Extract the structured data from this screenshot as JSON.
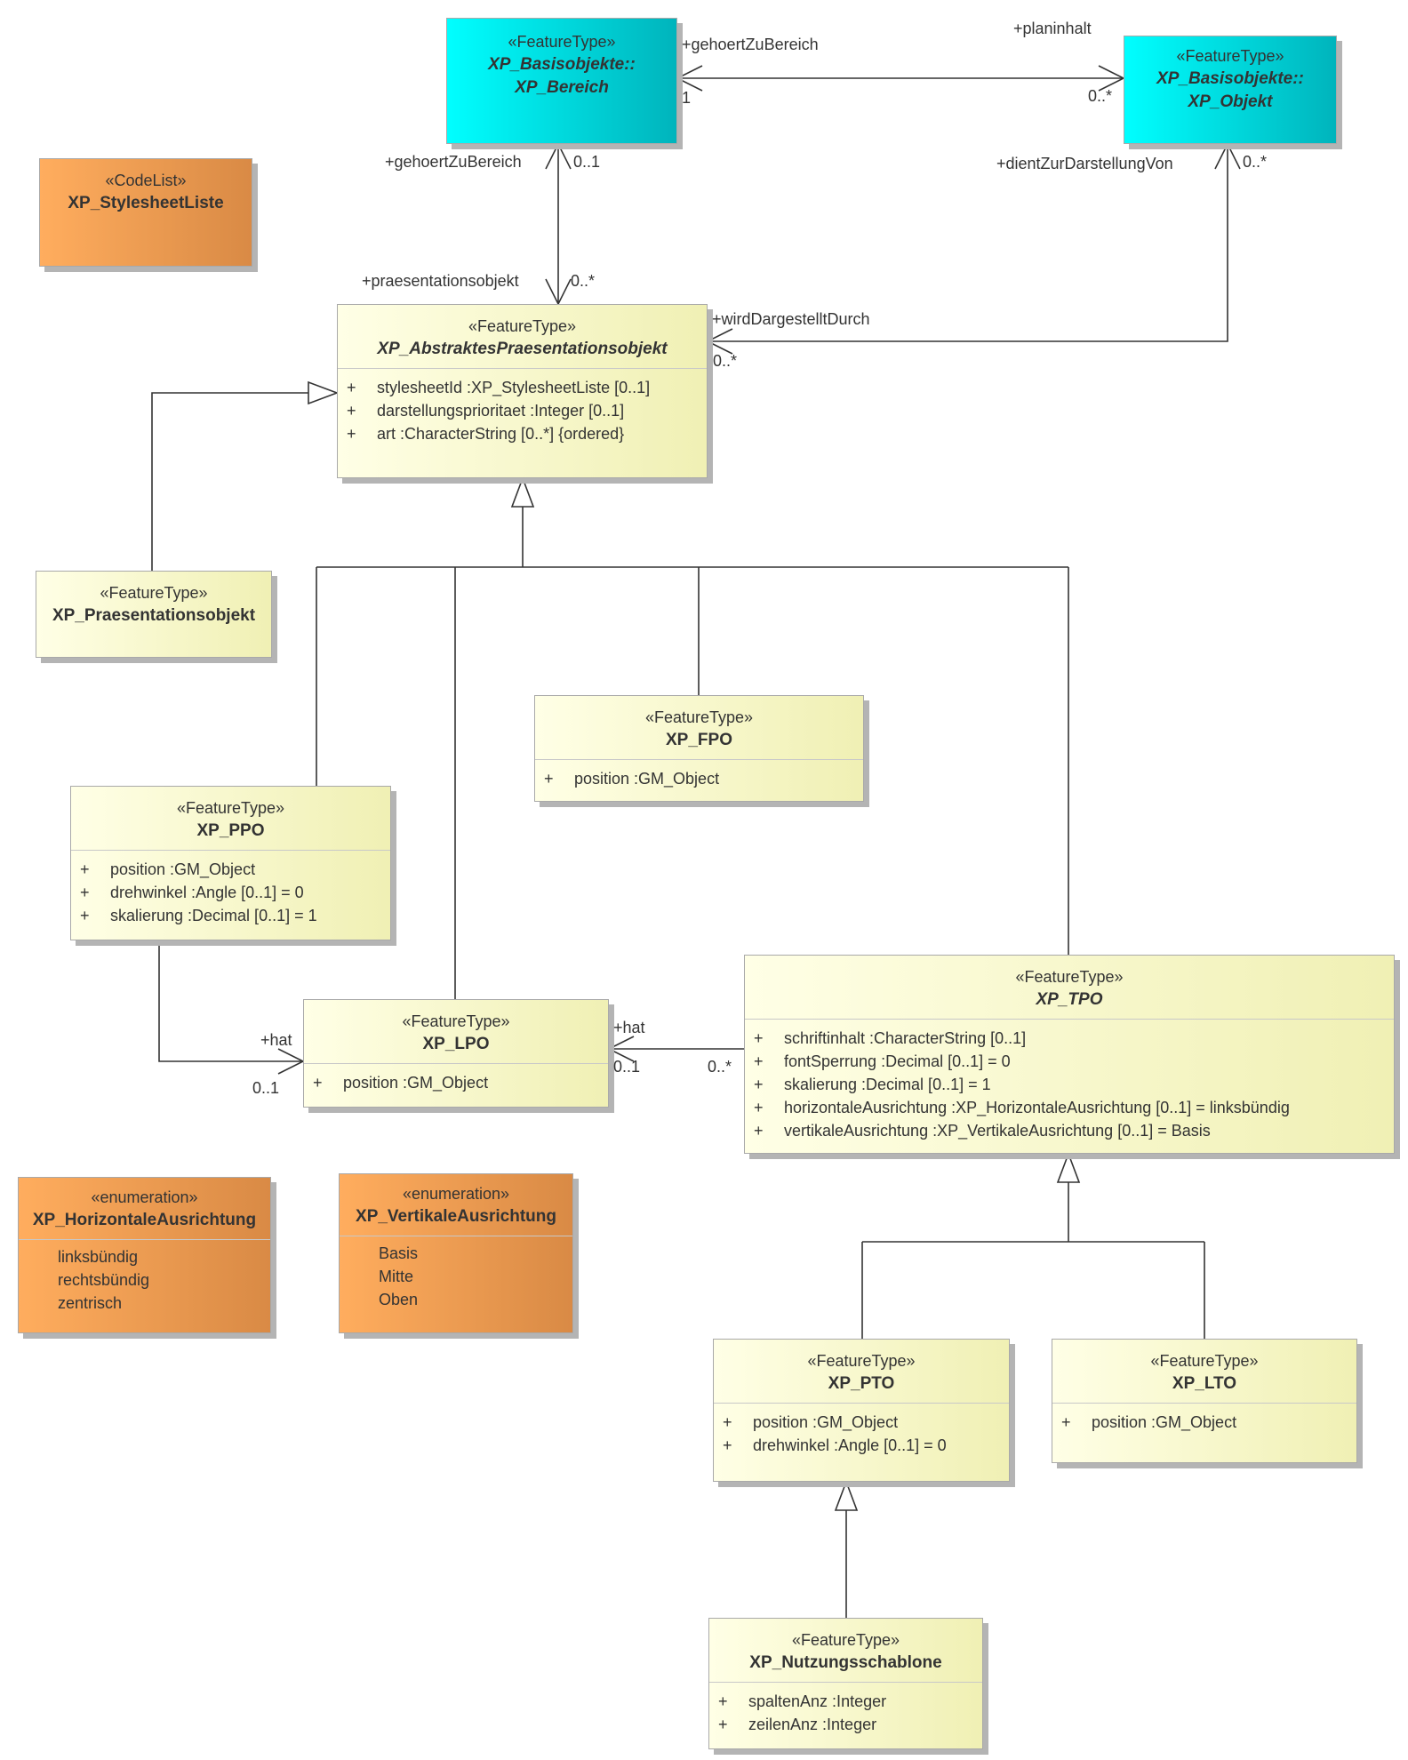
{
  "classes": {
    "bereich": {
      "stereotype": "«FeatureType»",
      "name1": "XP_Basisobjekte::",
      "name2": "XP_Bereich"
    },
    "objekt": {
      "stereotype": "«FeatureType»",
      "name1": "XP_Basisobjekte::",
      "name2": "XP_Objekt"
    },
    "stylesheet": {
      "stereotype": "«CodeList»",
      "name": "XP_StylesheetListe"
    },
    "abstrakt": {
      "stereotype": "«FeatureType»",
      "name": "XP_AbstraktesPraesentationsobjekt",
      "attributes": [
        {
          "plus": "+",
          "text": "stylesheetId  :XP_StylesheetListe [0..1]"
        },
        {
          "plus": "+",
          "text": "darstellungsprioritaet  :Integer [0..1]"
        },
        {
          "plus": "+",
          "text": "art  :CharacterString [0..*] {ordered}"
        }
      ]
    },
    "praes": {
      "stereotype": "«FeatureType»",
      "name": "XP_Praesentationsobjekt"
    },
    "fpo": {
      "stereotype": "«FeatureType»",
      "name": "XP_FPO",
      "attributes": [
        {
          "plus": "+",
          "text": "position  :GM_Object"
        }
      ]
    },
    "ppo": {
      "stereotype": "«FeatureType»",
      "name": "XP_PPO",
      "attributes": [
        {
          "plus": "+",
          "text": "position  :GM_Object"
        },
        {
          "plus": "+",
          "text": "drehwinkel  :Angle [0..1] = 0"
        },
        {
          "plus": "+",
          "text": "skalierung  :Decimal [0..1] = 1"
        }
      ]
    },
    "lpo": {
      "stereotype": "«FeatureType»",
      "name": "XP_LPO",
      "attributes": [
        {
          "plus": "+",
          "text": "position  :GM_Object"
        }
      ]
    },
    "tpo": {
      "stereotype": "«FeatureType»",
      "name": "XP_TPO",
      "attributes": [
        {
          "plus": "+",
          "text": "schriftinhalt  :CharacterString [0..1]"
        },
        {
          "plus": "+",
          "text": "fontSperrung  :Decimal [0..1] = 0"
        },
        {
          "plus": "+",
          "text": "skalierung  :Decimal [0..1] = 1"
        },
        {
          "plus": "+",
          "text": "horizontaleAusrichtung  :XP_HorizontaleAusrichtung [0..1] = linksbündig"
        },
        {
          "plus": "+",
          "text": "vertikaleAusrichtung  :XP_VertikaleAusrichtung [0..1] = Basis"
        }
      ]
    },
    "horiz": {
      "stereotype": "«enumeration»",
      "name": "XP_HorizontaleAusrichtung",
      "literals": [
        "linksbündig",
        "rechtsbündig",
        "zentrisch"
      ]
    },
    "vert": {
      "stereotype": "«enumeration»",
      "name": "XP_VertikaleAusrichtung",
      "literals": [
        "Basis",
        "Mitte",
        "Oben"
      ]
    },
    "pto": {
      "stereotype": "«FeatureType»",
      "name": "XP_PTO",
      "attributes": [
        {
          "plus": "+",
          "text": "position  :GM_Object"
        },
        {
          "plus": "+",
          "text": "drehwinkel  :Angle [0..1] = 0"
        }
      ]
    },
    "lto": {
      "stereotype": "«FeatureType»",
      "name": "XP_LTO",
      "attributes": [
        {
          "plus": "+",
          "text": "position  :GM_Object"
        }
      ]
    },
    "nutzung": {
      "stereotype": "«FeatureType»",
      "name": "XP_Nutzungsschablone",
      "attributes": [
        {
          "plus": "+",
          "text": "spaltenAnz  :Integer"
        },
        {
          "plus": "+",
          "text": "zeilenAnz  :Integer"
        }
      ]
    }
  },
  "labels": {
    "gehoertZuBereich_top": "+gehoertZuBereich",
    "planinhalt": "+planinhalt",
    "mult_1": "1",
    "mult_objekt": "0..*",
    "gehoertZuBereich_left": "+gehoertZuBereich",
    "mult_bereich_01": "0..1",
    "dientZurDarstellungVon": "+dientZurDarstellungVon",
    "mult_objekt_bottom": "0..*",
    "praesentationsobjekt": "+praesentationsobjekt",
    "mult_praes": "0..*",
    "wirdDargestelltDurch": "+wirdDargestelltDurch",
    "mult_wird": "0..*",
    "hat_ppo": "+hat",
    "mult_ppo_lpo": "0..1",
    "hat_tpo": "+hat",
    "mult_tpo_lpo": "0..1",
    "mult_tpo": "0..*"
  }
}
